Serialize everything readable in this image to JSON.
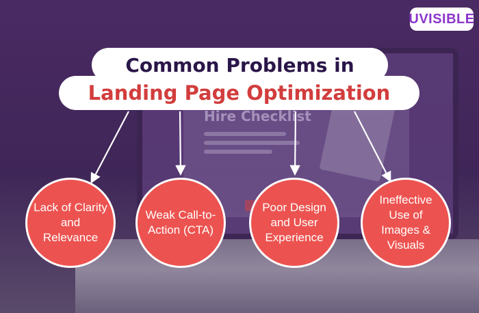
{
  "logo_text": "UVISIBLE",
  "title": {
    "line1": "Common Problems in",
    "line2": "Landing Page Optimization"
  },
  "background": {
    "screen_heading": "Hire Checklist"
  },
  "problems": [
    {
      "label": "Lack of Clarity and Relevance"
    },
    {
      "label": "Weak Call-to-Action (CTA)"
    },
    {
      "label": "Poor Design and User Experience"
    },
    {
      "label": "Ineffective Use of Images & Visuals"
    }
  ],
  "colors": {
    "background": "#4a2a63",
    "title_dark": "#2a1649",
    "title_accent": "#d23d3d",
    "circle_fill": "#ec5350",
    "logo_text": "#8a36c9"
  }
}
